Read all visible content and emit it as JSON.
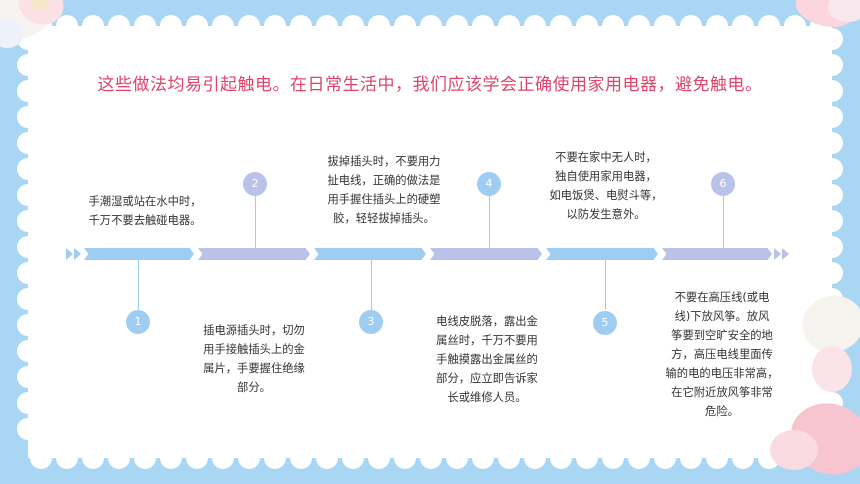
{
  "title": "这些做法均易引起触电。在日常生活中，我们应该学会正确使用家用电器，避免触电。",
  "steps": [
    {
      "num": "1",
      "lines": [
        "手潮湿或站在水中时，",
        "千万不要去触碰电器。"
      ]
    },
    {
      "num": "2",
      "lines": [
        "插电源插头时，切勿",
        "用手接触插头上的金",
        "属片，手要握住绝缘",
        "部分。"
      ]
    },
    {
      "num": "3",
      "lines": [
        "拔掉插头时，不要用力",
        "扯电线，正确的做法是",
        "用手握住插头上的硬塑",
        "胶，轻轻拔掉插头。"
      ]
    },
    {
      "num": "4",
      "lines": [
        "电线皮脱落，露出金",
        "属丝时，千万不要用",
        "手触摸露出金属丝的",
        "部分，应立即告诉家",
        "长或维修人员。"
      ]
    },
    {
      "num": "5",
      "lines": [
        "不要在家中无人时，",
        "独自使用家用电器，",
        "如电饭煲、电熨斗等，",
        "以防发生意外。"
      ]
    },
    {
      "num": "6",
      "lines": [
        "不要在高压线(或电",
        "线)下放风筝。放风",
        "筝要到空旷安全的地",
        "方，高压电线里面传",
        "输的电的电压非常高，",
        "在它附近放风筝非常",
        "危险。"
      ]
    }
  ],
  "colors": {
    "frame": "#a9d7f3",
    "title": "#e0446b",
    "blue": "#9fcdf2",
    "lavender": "#b9c2e8",
    "text": "#333333"
  }
}
